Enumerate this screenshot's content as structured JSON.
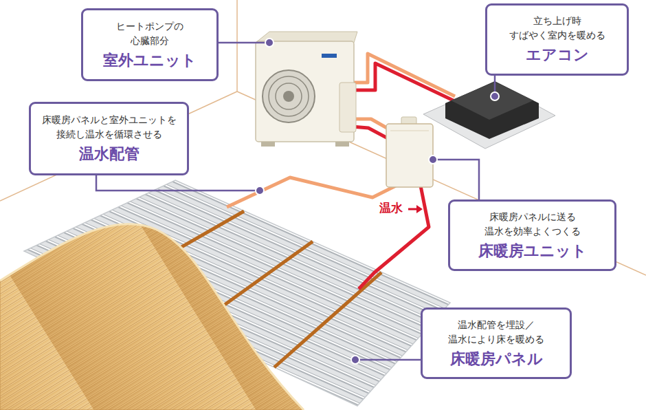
{
  "diagram": {
    "nodes": [
      {
        "text": [
          "ヒートポンプの 心臓部分",
          "室外ユニット"
        ]
      },
      {
        "text": [
          "立ち上げ時 すばやく室内を暖める",
          "エアコン"
        ]
      },
      {
        "text": [
          "床暖房パネルと室外ユニットを 接続し温水を循環させる",
          "温水配管"
        ]
      },
      {
        "text": [
          "床暖房パネルに送る 温水を効率よくつくる",
          "床暖房ユニット"
        ]
      },
      {
        "text": [
          "温水配管を埋設／ 温水により床を暖める",
          "床暖房パネル"
        ]
      }
    ],
    "labels": [
      "温水"
    ]
  }
}
